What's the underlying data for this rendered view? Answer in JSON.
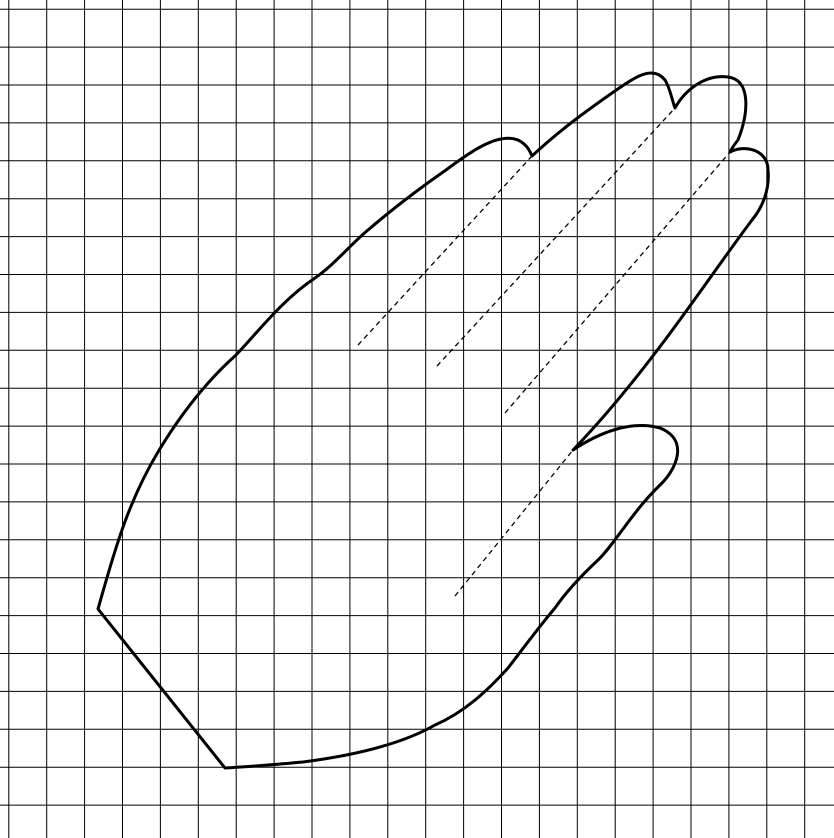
{
  "diagram": {
    "grid": {
      "columns": 21,
      "rows": 21,
      "visible": true
    },
    "shape": "hand-outline",
    "finger_guides": 4,
    "colors": {
      "background": "#ffffff",
      "lines": "#000000"
    }
  }
}
